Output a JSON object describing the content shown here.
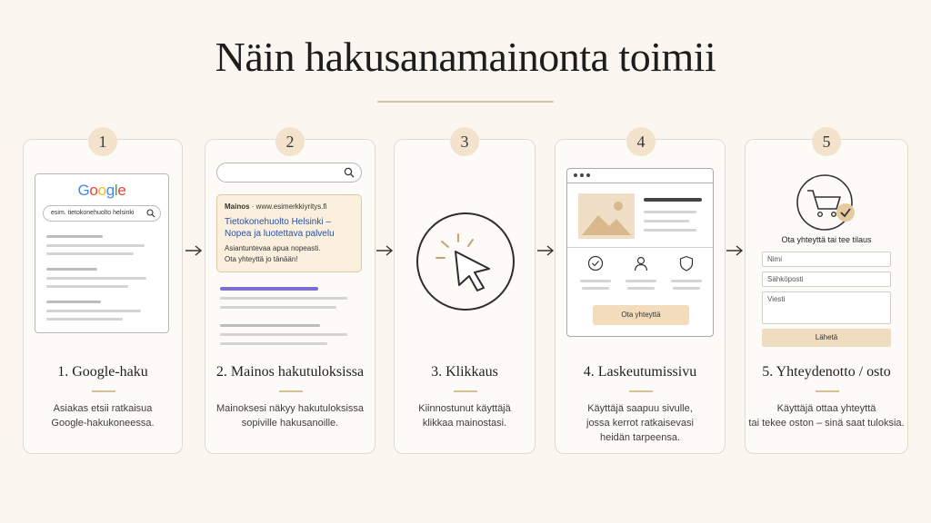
{
  "title": "Näin hakusanamainonta toimii",
  "steps": [
    {
      "number": "1",
      "title": "1. Google-haku",
      "description": "Asiakas etsii ratkaisua\nGoogle-hakukoneessa.",
      "logo_text": "Google",
      "search_text": "esim. tietokonehuolto helsinki"
    },
    {
      "number": "2",
      "title": "2. Mainos hakutuloksissa",
      "description": "Mainoksesi näkyy hakutuloksissa\nsopiville hakusanoille.",
      "ad_label": "Mainos",
      "ad_url": "· www.esimerkkiyritys.fi",
      "ad_headline": "Tietokonehuolto Helsinki –\nNopea ja luotettava palvelu",
      "ad_body": "Asiantuntevaa apua nopeasti.\nOta yhteyttä jo tänään!"
    },
    {
      "number": "3",
      "title": "3. Klikkaus",
      "description": "Kiinnostunut käyttäjä\nklikkaa mainostasi."
    },
    {
      "number": "4",
      "title": "4. Laskeutumissivu",
      "description": "Käyttäjä saapuu sivulle,\njossa kerrot ratkaisevasi\nheidän tarpeensa.",
      "cta_label": "Ota yhteyttä"
    },
    {
      "number": "5",
      "title": "5. Yhteydenotto / osto",
      "description": "Käyttäjä ottaa yhteyttä\ntai tekee oston – sinä saat tuloksia.",
      "form_title": "Ota yhteyttä tai tee tilaus",
      "field_name": "Nimi",
      "field_email": "Sähköposti",
      "field_message": "Viesti",
      "submit_label": "Lähetä"
    }
  ],
  "icons": [
    "google-logo",
    "search-icon",
    "cursor-click-icon",
    "image-placeholder-icon",
    "check-circle-icon",
    "user-icon",
    "shield-icon",
    "shopping-cart-icon",
    "check-badge-icon",
    "arrow-right-icon"
  ],
  "colors": {
    "background": "#fbf7f0",
    "accent": "#f3e3cc",
    "accent_line": "#d9bf95",
    "ad_link": "#2a52a8",
    "highlight_line": "#7b6fd0"
  }
}
